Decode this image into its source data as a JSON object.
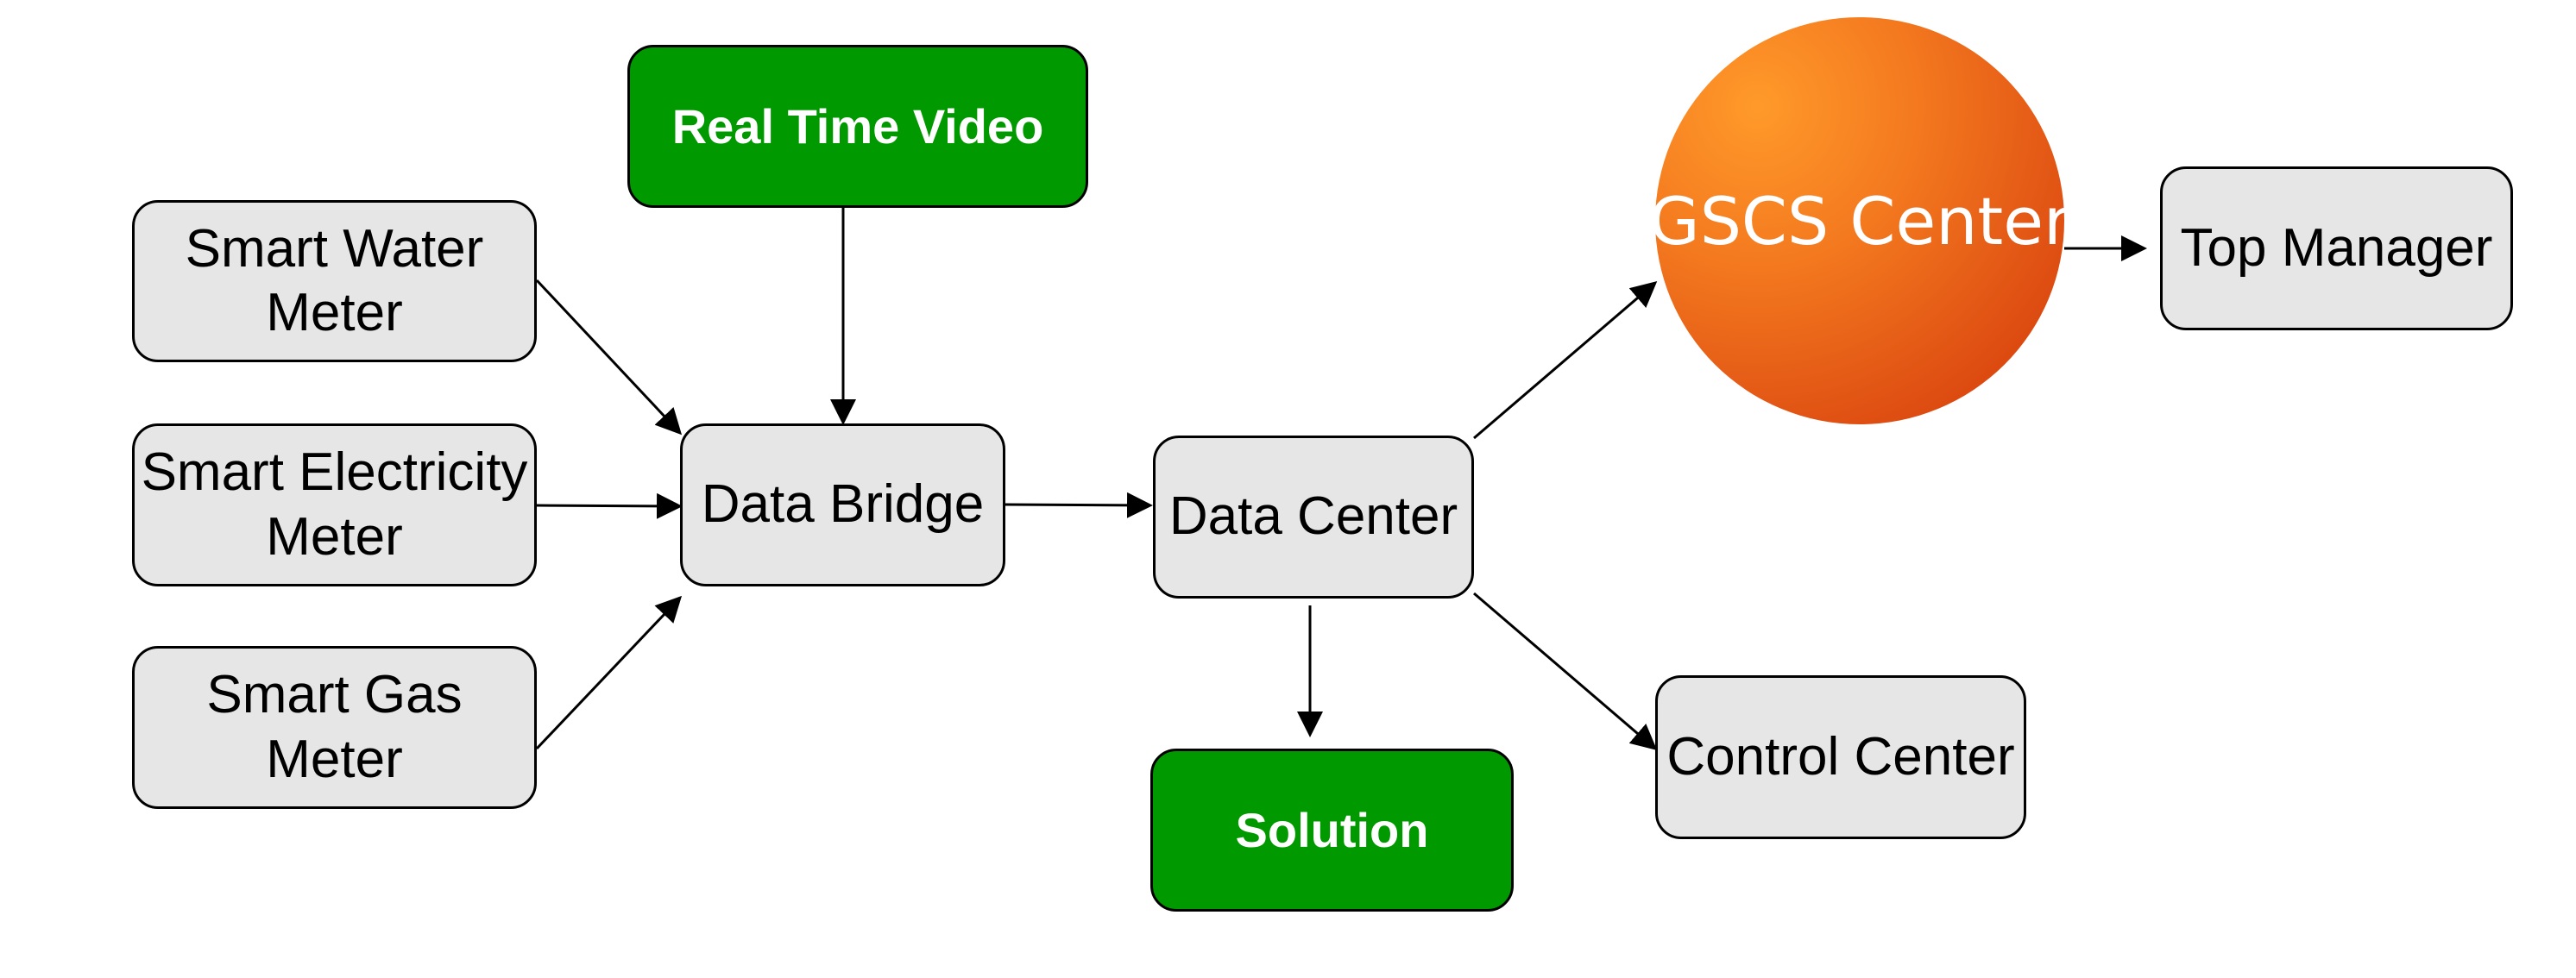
{
  "colors": {
    "box_fill": "#e6e6e6",
    "green_fill": "#009900",
    "circle_fill": "#e45a16",
    "stroke": "#000000"
  },
  "nodes": {
    "smart_water_meter": "Smart Water\nMeter",
    "smart_electricity_meter": "Smart  Electricity\nMeter",
    "smart_gas_meter": "Smart Gas\nMeter",
    "real_time_video": "Real Time Video",
    "data_bridge": "Data Bridge",
    "data_center": "Data Center",
    "solution": "Solution",
    "gscs_center": "GSCS Center",
    "top_manager": "Top Manager",
    "control_center": "Control Center"
  },
  "edges": [
    {
      "from": "smart_water_meter",
      "to": "data_bridge"
    },
    {
      "from": "smart_electricity_meter",
      "to": "data_bridge"
    },
    {
      "from": "smart_gas_meter",
      "to": "data_bridge"
    },
    {
      "from": "real_time_video",
      "to": "data_bridge"
    },
    {
      "from": "data_bridge",
      "to": "data_center"
    },
    {
      "from": "data_center",
      "to": "gscs_center"
    },
    {
      "from": "data_center",
      "to": "control_center"
    },
    {
      "from": "data_center",
      "to": "solution"
    },
    {
      "from": "gscs_center",
      "to": "top_manager"
    }
  ]
}
